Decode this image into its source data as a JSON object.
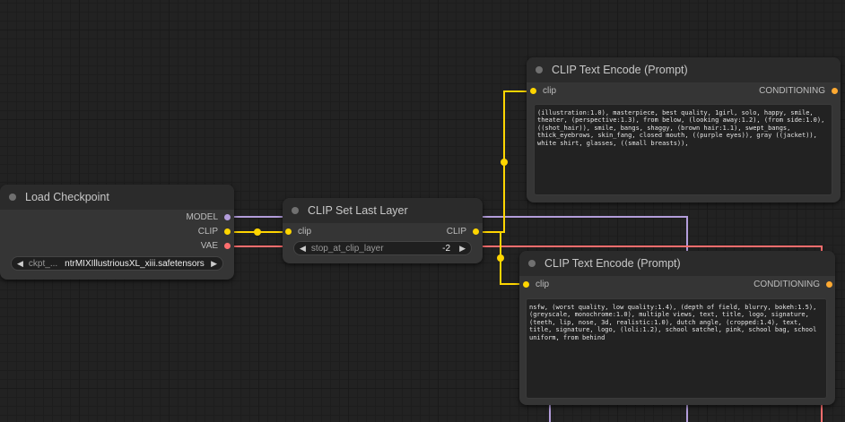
{
  "colors": {
    "clip": "#ffd500",
    "model": "#b39ddb",
    "vae": "#ff6e6e",
    "conditioning": "#ffa931"
  },
  "load_checkpoint": {
    "title": "Load Checkpoint",
    "outputs": [
      "MODEL",
      "CLIP",
      "VAE"
    ],
    "ckpt_label": "ckpt_...",
    "ckpt_value": "ntrMIXIllustriousXL_xiii.safetensors"
  },
  "clip_set_last_layer": {
    "title": "CLIP Set Last Layer",
    "input": "clip",
    "output": "CLIP",
    "widget_label": "stop_at_clip_layer",
    "widget_value": "-2"
  },
  "clip_text_pos": {
    "title": "CLIP Text Encode (Prompt)",
    "input": "clip",
    "output": "CONDITIONING",
    "text": "(illustration:1.0), masterpiece, best quality, 1girl, solo, happy, smile, theater, (perspective:1.3), from below, (looking away:1.2), (from side:1.0), ((shot_hair)), smile, bangs, shaggy, (brown hair:1.1), swept_bangs, thick_eyebrows, skin_fang, closed mouth, ((purple eyes)), gray ((jacket)), white shirt, glasses, ((small breasts)),"
  },
  "clip_text_neg": {
    "title": "CLIP Text Encode (Prompt)",
    "input": "clip",
    "output": "CONDITIONING",
    "text": "nsfw, (worst quality, low quality:1.4), (depth of field, blurry, bokeh:1.5), (greyscale, monochrome:1.0), multiple views, text, title, logo, signature, (teeth, lip, nose, 3d, realistic:1.0), dutch angle, (cropped:1.4), text, title, signature, logo, (loli:1.2), school satchel, pink, school bag, school uniform, from behind"
  }
}
